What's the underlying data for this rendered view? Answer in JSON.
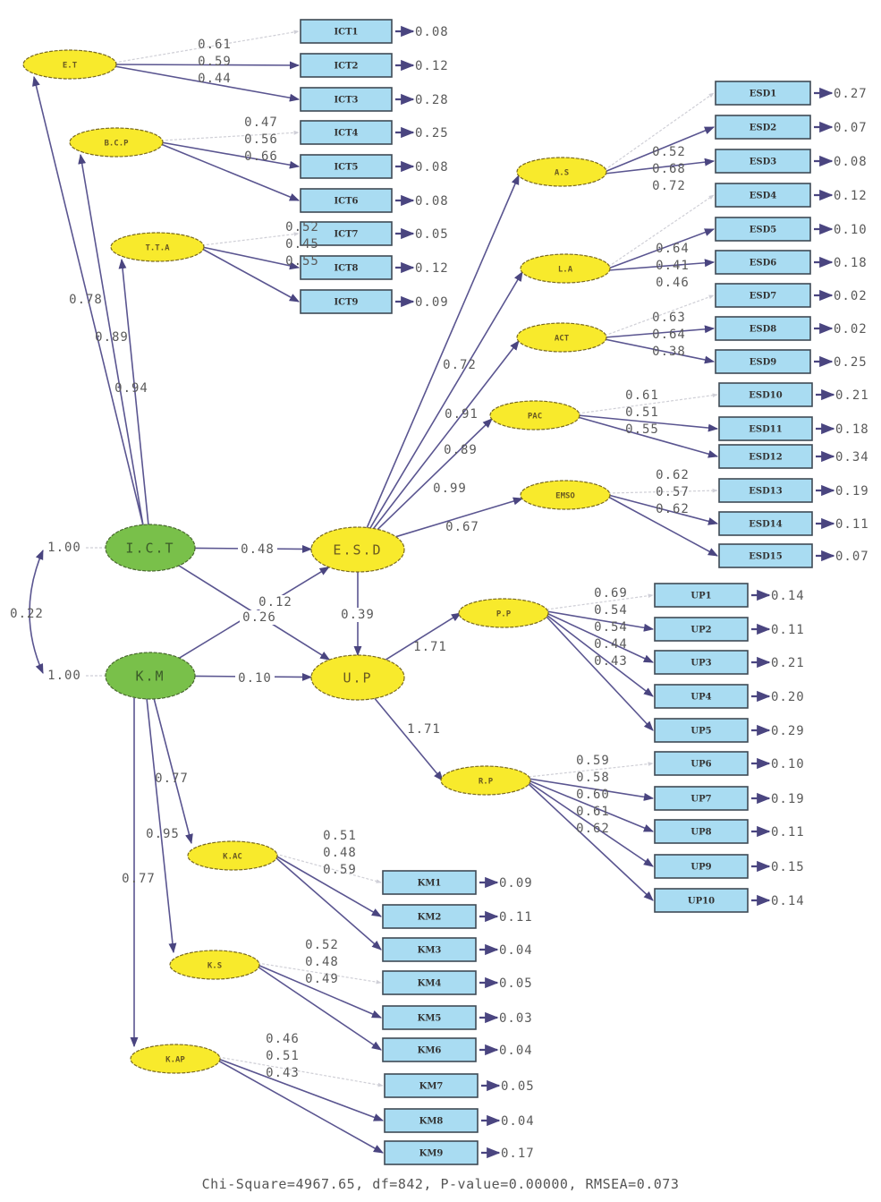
{
  "colors": {
    "exogenous_latent": "#79c04a",
    "endogenous_latent": "#f8ea2c",
    "observed": "#a9dcf2",
    "path": "#5a5590"
  },
  "fit_statistics": "Chi-Square=4967.65, df=842, P-value=0.00000, RMSEA=0.073",
  "chart_data": {
    "type": "path-diagram",
    "title": "",
    "exogenous": [
      {
        "id": "ICT",
        "label": "I.C.T",
        "variance": "1.00"
      },
      {
        "id": "KM",
        "label": "K.M",
        "variance": "1.00"
      }
    ],
    "covariance": {
      "from": "ICT",
      "to": "KM",
      "value": "0.22"
    },
    "structural_paths": [
      {
        "from": "ICT",
        "to": "ESD",
        "value": "0.48"
      },
      {
        "from": "ICT",
        "to": "UP",
        "value": "0.12"
      },
      {
        "from": "KM",
        "to": "ESD",
        "value": "0.26"
      },
      {
        "from": "KM",
        "to": "UP",
        "value": "0.10"
      },
      {
        "from": "ESD",
        "to": "UP",
        "value": "0.39"
      }
    ],
    "second_order": [
      {
        "parent": "ICT",
        "children": [
          {
            "id": "ET",
            "label": "E.T",
            "value": "0.78"
          },
          {
            "id": "BCP",
            "label": "B.C.P",
            "value": "0.89"
          },
          {
            "id": "TTA",
            "label": "T.T.A",
            "value": "0.94"
          }
        ]
      },
      {
        "parent": "ESD",
        "label": "E.S.D",
        "children": [
          {
            "id": "AS",
            "label": "A.S",
            "value": "0.72"
          },
          {
            "id": "LA",
            "label": "L.A",
            "value": "0.91"
          },
          {
            "id": "ACT",
            "label": "ACT",
            "value": "0.89"
          },
          {
            "id": "PAC",
            "label": "PAC",
            "value": "0.99"
          },
          {
            "id": "EMSO",
            "label": "EMSO",
            "value": "0.67"
          }
        ]
      },
      {
        "parent": "UP",
        "label": "U.P",
        "children": [
          {
            "id": "PP",
            "label": "P.P",
            "value": "1.71"
          },
          {
            "id": "RP",
            "label": "R.P",
            "value": "1.71"
          }
        ]
      },
      {
        "parent": "KM",
        "children": [
          {
            "id": "KAC",
            "label": "K.AC",
            "value": "0.77"
          },
          {
            "id": "KS",
            "label": "K.S",
            "value": "0.95"
          },
          {
            "id": "KAP",
            "label": "K.AP",
            "value": "0.77"
          }
        ]
      }
    ],
    "measurement": [
      {
        "factor": "ET",
        "items": [
          {
            "name": "ICT1",
            "loading": "0.61",
            "error": "0.08"
          },
          {
            "name": "ICT2",
            "loading": "0.59",
            "error": "0.12"
          },
          {
            "name": "ICT3",
            "loading": "0.44",
            "error": "0.28"
          }
        ]
      },
      {
        "factor": "BCP",
        "items": [
          {
            "name": "ICT4",
            "loading": "0.47",
            "error": "0.25"
          },
          {
            "name": "ICT5",
            "loading": "0.56",
            "error": "0.08"
          },
          {
            "name": "ICT6",
            "loading": "0.66",
            "error": "0.08"
          }
        ]
      },
      {
        "factor": "TTA",
        "items": [
          {
            "name": "ICT7",
            "loading": "0.52",
            "error": "0.05"
          },
          {
            "name": "ICT8",
            "loading": "0.45",
            "error": "0.12"
          },
          {
            "name": "ICT9",
            "loading": "0.55",
            "error": "0.09"
          }
        ]
      },
      {
        "factor": "AS",
        "items": [
          {
            "name": "ESD1",
            "loading": "0.52",
            "error": "0.27"
          },
          {
            "name": "ESD2",
            "loading": "0.68",
            "error": "0.07"
          },
          {
            "name": "ESD3",
            "loading": "0.72",
            "error": "0.08"
          }
        ]
      },
      {
        "factor": "LA",
        "items": [
          {
            "name": "ESD4",
            "loading": "0.64",
            "error": "0.12"
          },
          {
            "name": "ESD5",
            "loading": "0.41",
            "error": "0.10"
          },
          {
            "name": "ESD6",
            "loading": "0.46",
            "error": "0.18"
          }
        ]
      },
      {
        "factor": "ACT",
        "items": [
          {
            "name": "ESD7",
            "loading": "0.63",
            "error": "0.02"
          },
          {
            "name": "ESD8",
            "loading": "0.64",
            "error": "0.02"
          },
          {
            "name": "ESD9",
            "loading": "0.38",
            "error": "0.25"
          }
        ]
      },
      {
        "factor": "PAC",
        "items": [
          {
            "name": "ESD10",
            "loading": "0.61",
            "error": "0.21"
          },
          {
            "name": "ESD11",
            "loading": "0.51",
            "error": "0.18"
          },
          {
            "name": "ESD12",
            "loading": "0.55",
            "error": "0.34"
          }
        ]
      },
      {
        "factor": "EMSO",
        "items": [
          {
            "name": "ESD13",
            "loading": "0.62",
            "error": "0.19"
          },
          {
            "name": "ESD14",
            "loading": "0.57",
            "error": "0.11"
          },
          {
            "name": "ESD15",
            "loading": "0.62",
            "error": "0.07"
          }
        ]
      },
      {
        "factor": "PP",
        "items": [
          {
            "name": "UP1",
            "loading": "0.69",
            "error": "0.14"
          },
          {
            "name": "UP2",
            "loading": "0.54",
            "error": "0.11"
          },
          {
            "name": "UP3",
            "loading": "0.54",
            "error": "0.21"
          },
          {
            "name": "UP4",
            "loading": "0.44",
            "error": "0.20"
          },
          {
            "name": "UP5",
            "loading": "0.43",
            "error": "0.29"
          }
        ]
      },
      {
        "factor": "RP",
        "items": [
          {
            "name": "UP6",
            "loading": "0.59",
            "error": "0.10"
          },
          {
            "name": "UP7",
            "loading": "0.58",
            "error": "0.19"
          },
          {
            "name": "UP8",
            "loading": "0.60",
            "error": "0.11"
          },
          {
            "name": "UP9",
            "loading": "0.61",
            "error": "0.15"
          },
          {
            "name": "UP10",
            "loading": "0.62",
            "error": "0.14"
          }
        ]
      },
      {
        "factor": "KAC",
        "items": [
          {
            "name": "KM1",
            "loading": "0.51",
            "error": "0.09"
          },
          {
            "name": "KM2",
            "loading": "0.48",
            "error": "0.11"
          },
          {
            "name": "KM3",
            "loading": "0.59",
            "error": "0.04"
          }
        ]
      },
      {
        "factor": "KS",
        "items": [
          {
            "name": "KM4",
            "loading": "0.52",
            "error": "0.05"
          },
          {
            "name": "KM5",
            "loading": "0.48",
            "error": "0.03"
          },
          {
            "name": "KM6",
            "loading": "0.49",
            "error": "0.04"
          }
        ]
      },
      {
        "factor": "KAP",
        "items": [
          {
            "name": "KM7",
            "loading": "0.46",
            "error": "0.05"
          },
          {
            "name": "KM8",
            "loading": "0.51",
            "error": "0.04"
          },
          {
            "name": "KM9",
            "loading": "0.43",
            "error": "0.17"
          }
        ]
      }
    ]
  }
}
